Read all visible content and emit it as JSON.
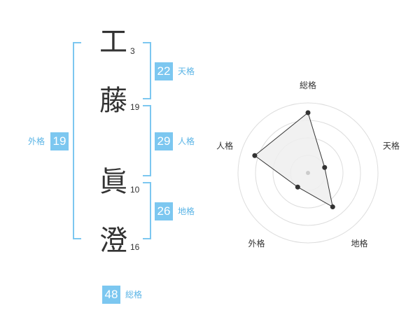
{
  "name_chars": [
    {
      "char": "工",
      "strokes": "3"
    },
    {
      "char": "藤",
      "strokes": "19"
    },
    {
      "char": "眞",
      "strokes": "10"
    },
    {
      "char": "澄",
      "strokes": "16"
    }
  ],
  "fortunes": {
    "tenkaku": {
      "value": "22",
      "label": "天格"
    },
    "jinkaku": {
      "value": "29",
      "label": "人格"
    },
    "chikaku": {
      "value": "26",
      "label": "地格"
    },
    "gaikaku": {
      "value": "19",
      "label": "外格"
    },
    "soukaku": {
      "value": "48",
      "label": "総格"
    }
  },
  "chart_data": {
    "type": "radar",
    "axes": [
      "総格",
      "天格",
      "地格",
      "外格",
      "人格"
    ],
    "values": [
      0.86,
      0.25,
      0.6,
      0.25,
      0.8
    ],
    "rings": 4,
    "colors": {
      "fill": "#eeeeee",
      "line": "#333333",
      "grid": "#dddddd",
      "center": "#cccccc"
    }
  }
}
